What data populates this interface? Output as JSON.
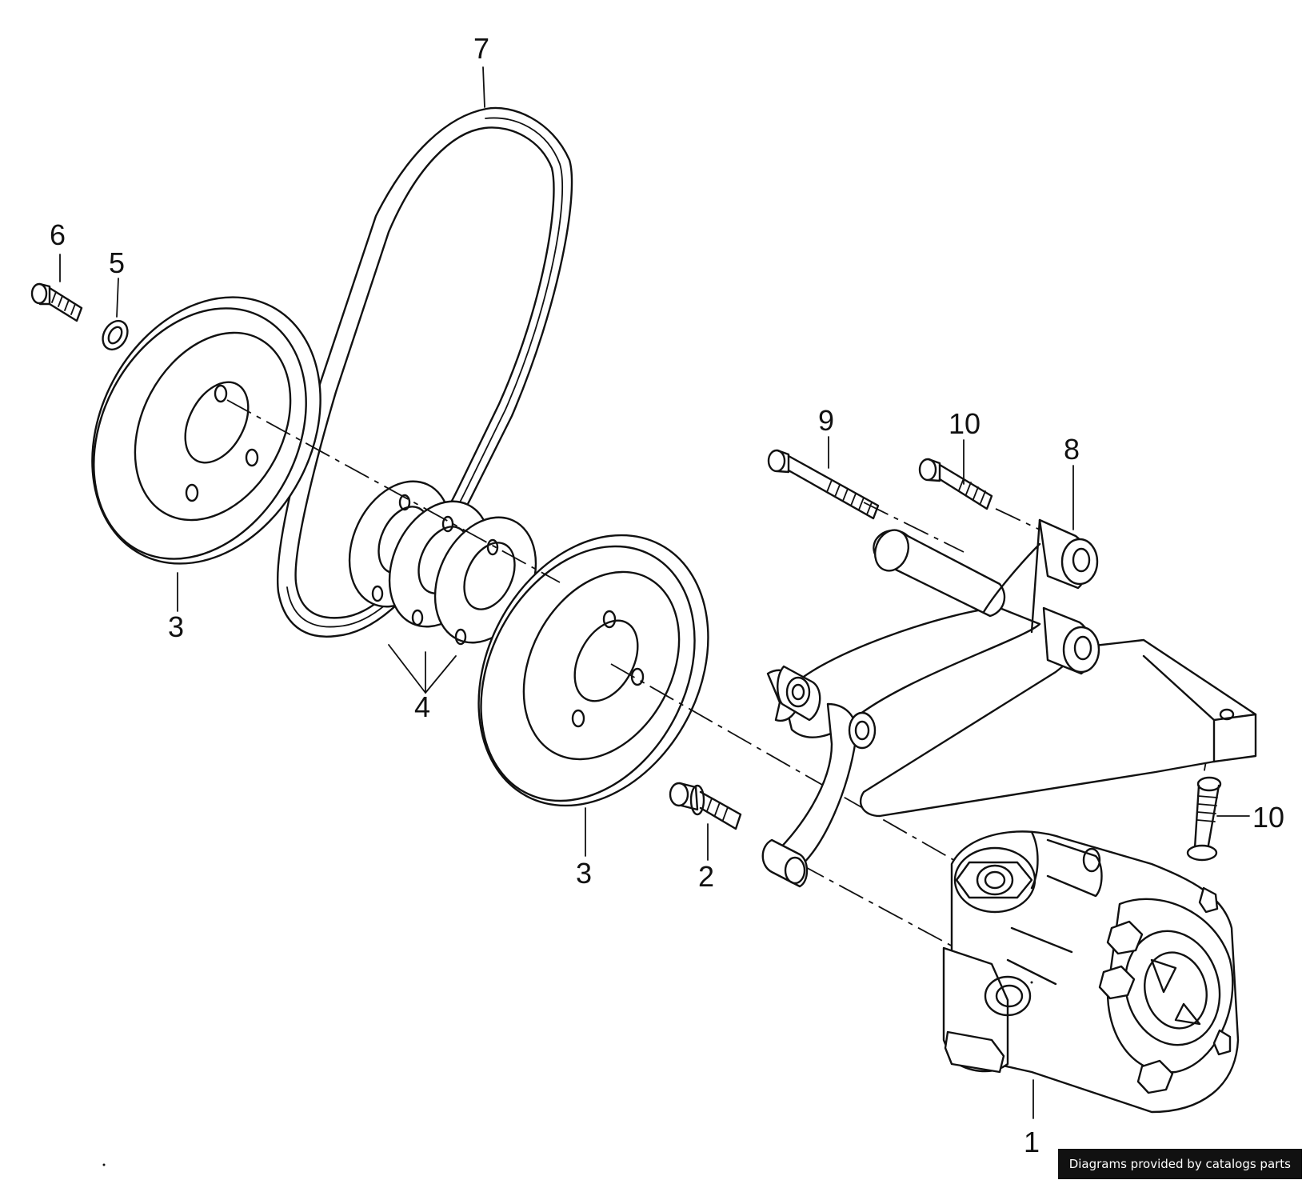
{
  "diagram": {
    "callouts": [
      {
        "id": "6",
        "label": "6"
      },
      {
        "id": "5",
        "label": "5"
      },
      {
        "id": "7",
        "label": "7"
      },
      {
        "id": "3a",
        "label": "3"
      },
      {
        "id": "4",
        "label": "4"
      },
      {
        "id": "3b",
        "label": "3"
      },
      {
        "id": "2",
        "label": "2"
      },
      {
        "id": "9",
        "label": "9"
      },
      {
        "id": "10a",
        "label": "10"
      },
      {
        "id": "8",
        "label": "8"
      },
      {
        "id": "10b",
        "label": "10"
      },
      {
        "id": "1",
        "label": "1"
      }
    ]
  },
  "footer": {
    "credit": "Diagrams provided by catalogs parts"
  }
}
